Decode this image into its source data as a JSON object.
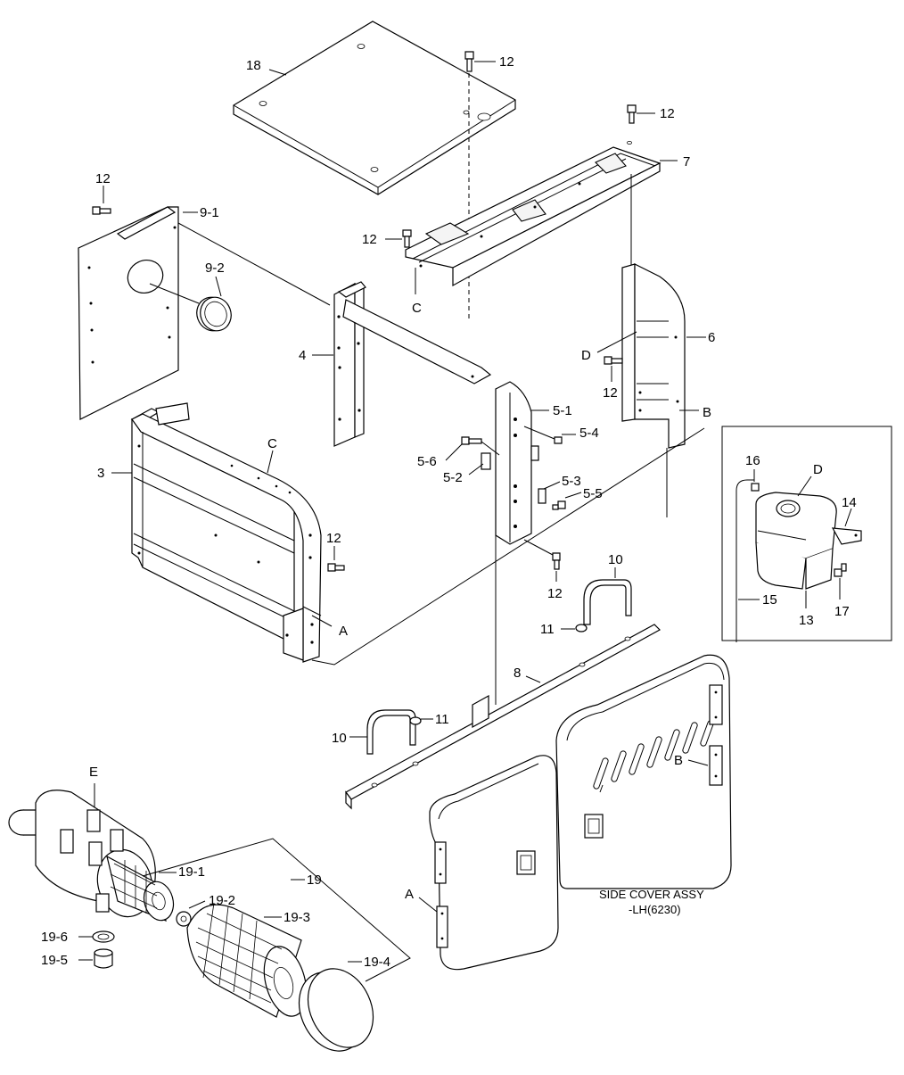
{
  "labels": {
    "p18": "18",
    "p12a": "12",
    "p12b": "12",
    "p7": "7",
    "p12c": "12",
    "p9_1": "9-1",
    "p12d": "12",
    "p9_2": "9-2",
    "pC1": "C",
    "p6": "6",
    "p4": "4",
    "pD1": "D",
    "p12e": "12",
    "pB1": "B",
    "p5_1": "5-1",
    "p5_4": "5-4",
    "pC2": "C",
    "p3": "3",
    "p5_6": "5-6",
    "p5_2": "5-2",
    "p5_3": "5-3",
    "p5_5": "5-5",
    "p16": "16",
    "pD2": "D",
    "p14": "14",
    "p12f": "12",
    "p12g": "12",
    "p10a": "10",
    "p15": "15",
    "p13": "13",
    "p17": "17",
    "p11a": "11",
    "pA1": "A",
    "p8": "8",
    "p10b": "10",
    "p11b": "11",
    "pB2": "B",
    "pE": "E",
    "p19_1": "19-1",
    "p19": "19",
    "p19_2": "19-2",
    "p19_3": "19-3",
    "p19_6": "19-6",
    "p19_5": "19-5",
    "p19_4": "19-4",
    "pA2": "A"
  },
  "side_cover": {
    "line1": "SIDE COVER ASSY",
    "line2": "-LH(6230)"
  }
}
